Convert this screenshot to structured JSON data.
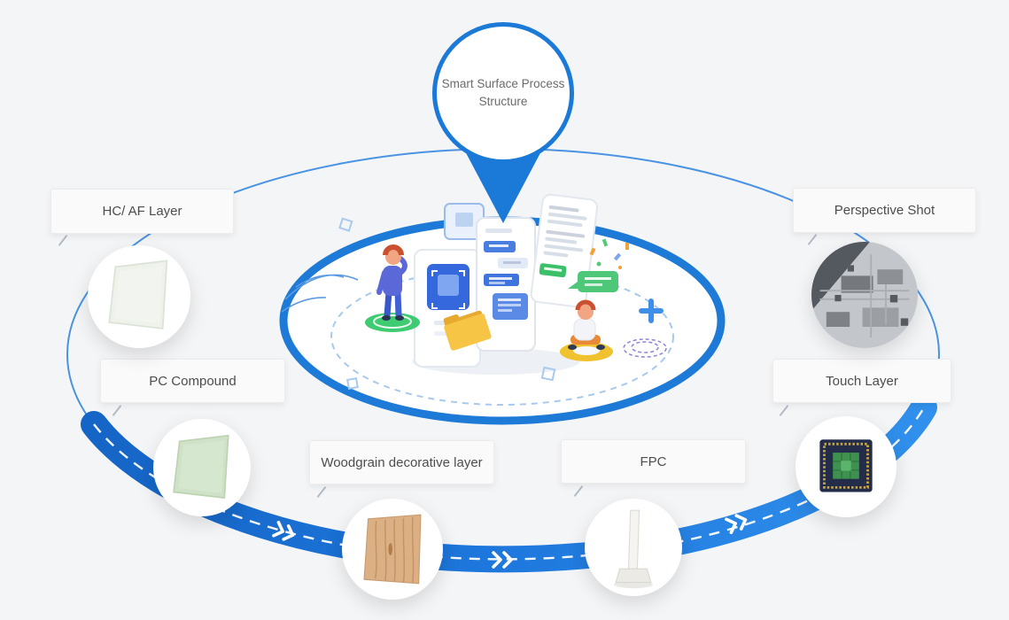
{
  "pin": {
    "line1": "Smart Surface Process",
    "line2": "Structure"
  },
  "nodes": {
    "hc_af": {
      "label": "HC/ AF Layer"
    },
    "pc_compound": {
      "label": "PC Compound"
    },
    "woodgrain": {
      "label": "Woodgrain decorative layer"
    },
    "fpc": {
      "label": "FPC"
    },
    "touch_layer": {
      "label": "Touch Layer"
    },
    "perspective_shot": {
      "label": "Perspective Shot"
    }
  },
  "icons": {
    "hc_af": "clear-sheet-icon",
    "pc_compound": "green-sheet-icon",
    "woodgrain": "wood-texture-icon",
    "fpc": "fpc-strip-icon",
    "touch_layer": "cpu-chip-icon",
    "perspective_shot": "circuit-board-icon",
    "flow": "double-chevron-icon"
  },
  "colors": {
    "accent_blue": "#1b79d8",
    "band_blue": "#1e78dd",
    "background": "#f4f5f7",
    "green_sample": "#cfe2c8",
    "wood_sample": "#dcb085"
  }
}
